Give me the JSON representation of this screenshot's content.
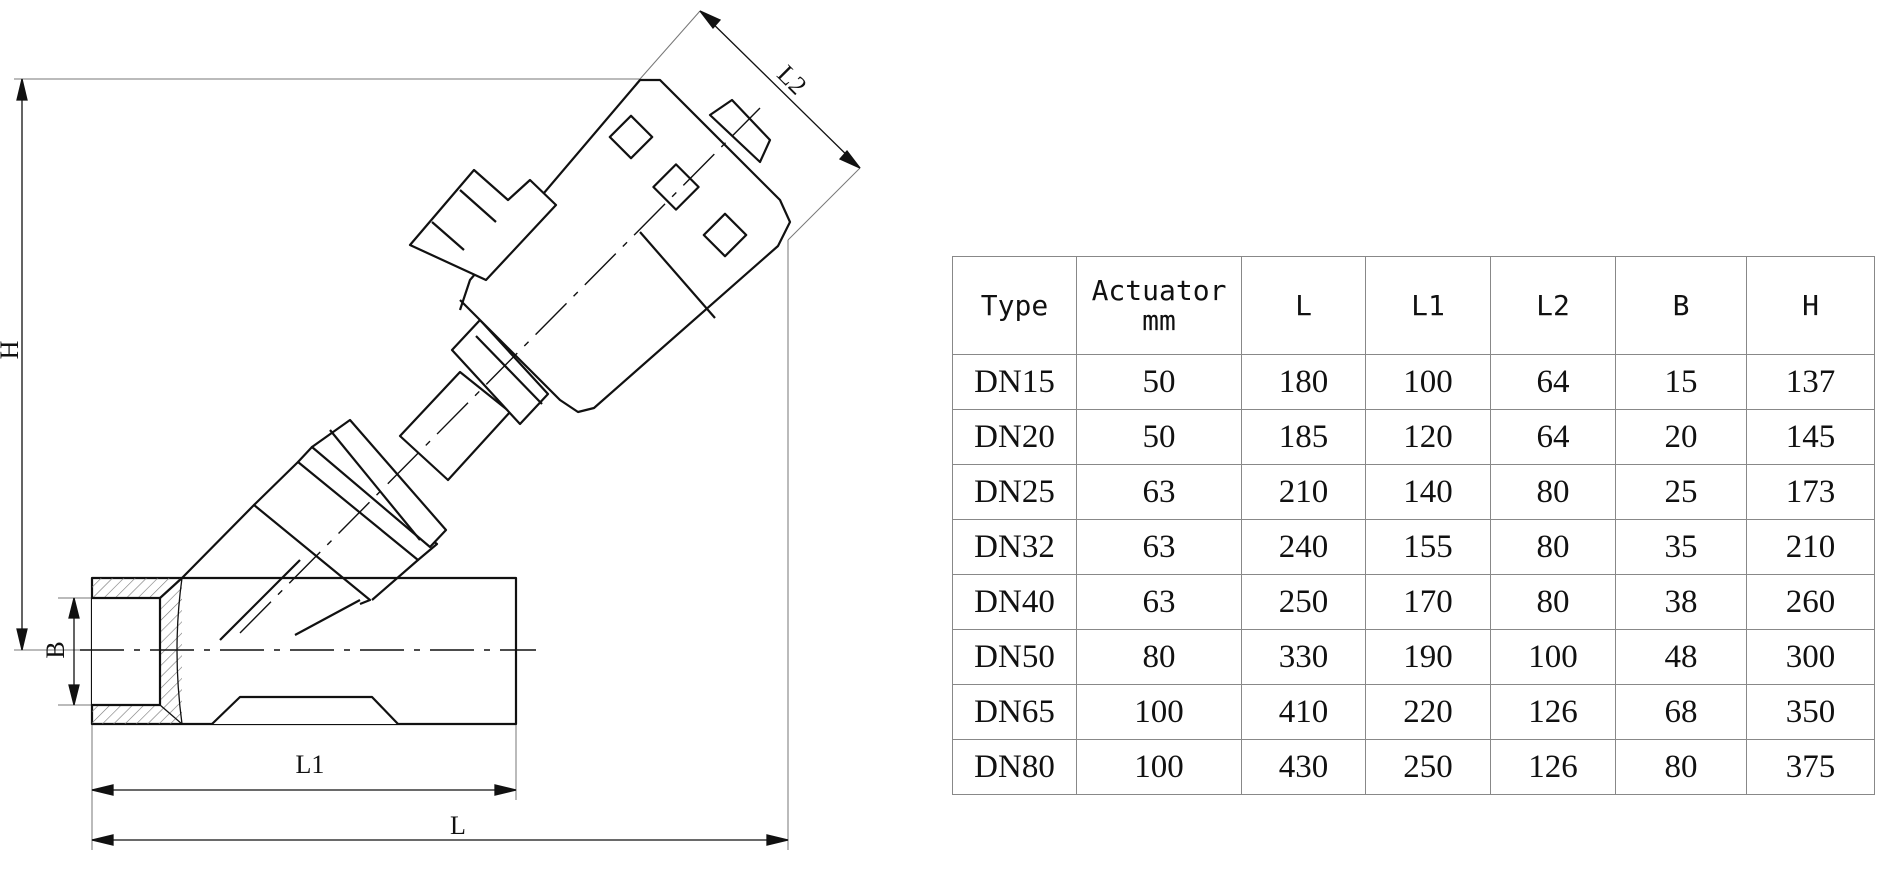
{
  "drawing": {
    "labels": {
      "H": "H",
      "B": "B",
      "L1": "L1",
      "L": "L",
      "L2": "L2"
    }
  },
  "table": {
    "headers": [
      "Type",
      "Actuator\nmm",
      "L",
      "L1",
      "L2",
      "B",
      "H"
    ],
    "rows": [
      [
        "DN15",
        "50",
        "180",
        "100",
        "64",
        "15",
        "137"
      ],
      [
        "DN20",
        "50",
        "185",
        "120",
        "64",
        "20",
        "145"
      ],
      [
        "DN25",
        "63",
        "210",
        "140",
        "80",
        "25",
        "173"
      ],
      [
        "DN32",
        "63",
        "240",
        "155",
        "80",
        "35",
        "210"
      ],
      [
        "DN40",
        "63",
        "250",
        "170",
        "80",
        "38",
        "260"
      ],
      [
        "DN50",
        "80",
        "330",
        "190",
        "100",
        "48",
        "300"
      ],
      [
        "DN65",
        "100",
        "410",
        "220",
        "126",
        "68",
        "350"
      ],
      [
        "DN80",
        "100",
        "430",
        "250",
        "126",
        "80",
        "375"
      ]
    ]
  }
}
